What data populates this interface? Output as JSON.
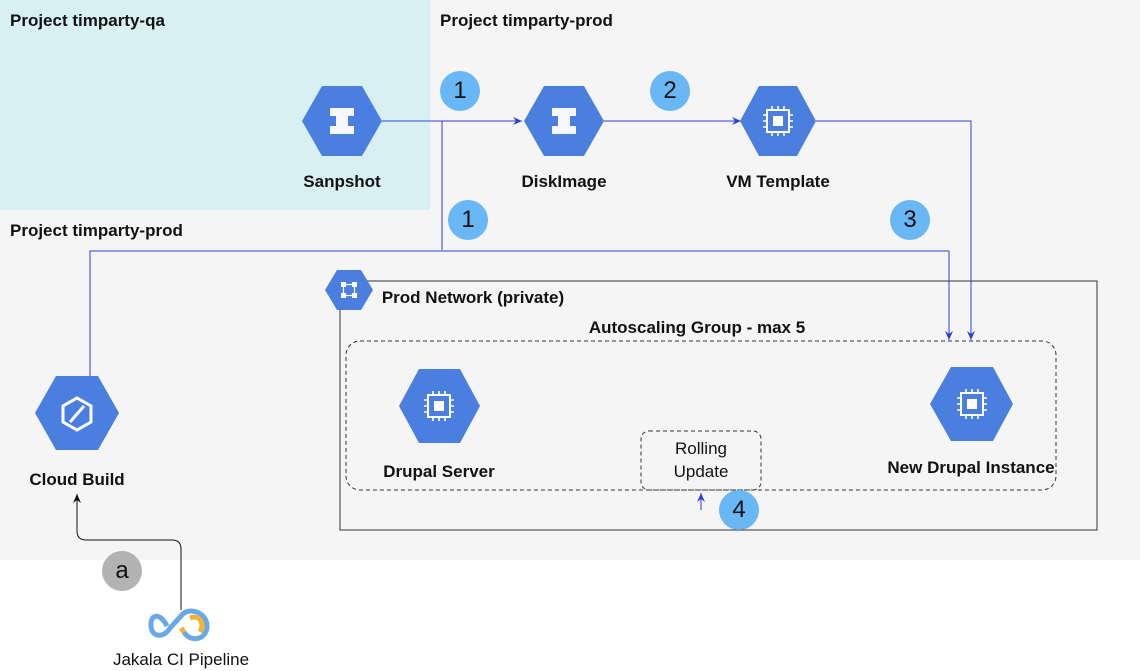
{
  "zones": {
    "qa_title": "Project timparty-qa",
    "prod_top_title": "Project timparty-prod",
    "prod_left_title": "Project timparty-prod"
  },
  "nodes": {
    "snapshot": "Sanpshot",
    "disk_image": "DiskImage",
    "vm_template": "VM Template",
    "cloud_build": "Cloud Build",
    "drupal_server": "Drupal Server",
    "new_drupal_instance": "New Drupal Instance",
    "ci_pipeline": "Jakala CI Pipeline"
  },
  "network": {
    "label": "Prod Network (private)"
  },
  "autoscaling": {
    "label": "Autoscaling Group - max 5"
  },
  "rolling_update": {
    "line1": "Rolling",
    "line2": "Update"
  },
  "steps": {
    "s1_top": "1",
    "s2": "2",
    "s1_mid": "1",
    "s3": "3",
    "s4": "4",
    "sa": "a"
  },
  "colors": {
    "gcp_blue": "#4a7fe0",
    "step_blue": "#6ab7f6",
    "step_gray": "#b3b3b3",
    "qa_zone": "#d9f0f2",
    "prod_zone": "#f5f5f5",
    "arrow": "#2e3fd6"
  }
}
